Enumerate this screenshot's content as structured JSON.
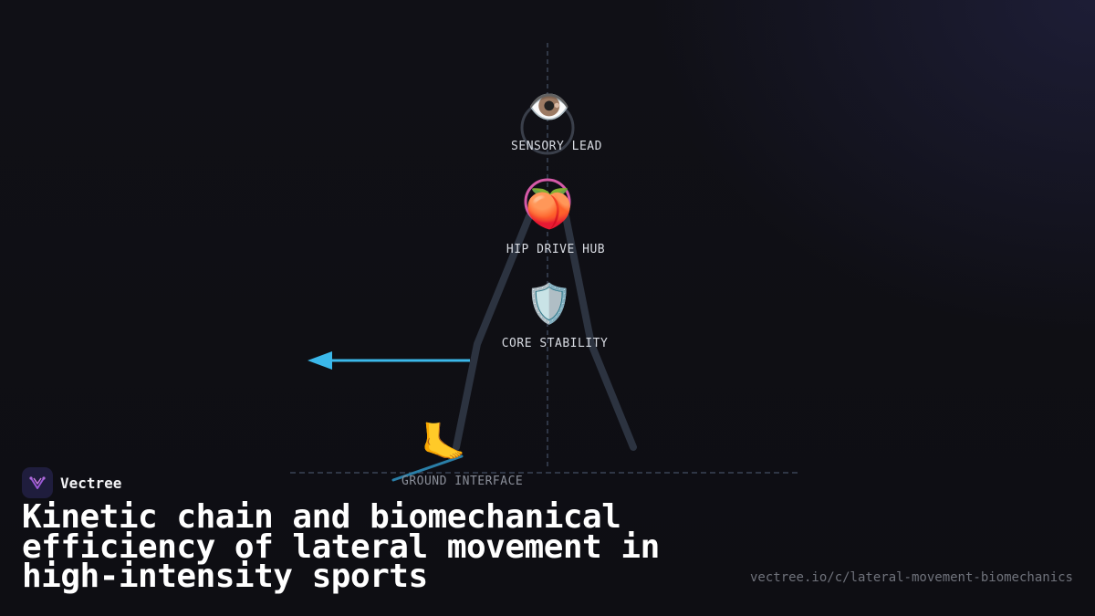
{
  "diagram": {
    "nodes": [
      {
        "id": "sensory",
        "label": "SENSORY LEAD",
        "icon": "eye-icon",
        "glyph": "👁️"
      },
      {
        "id": "hip",
        "label": "HIP DRIVE HUB",
        "icon": "peach-icon",
        "glyph": "🍑"
      },
      {
        "id": "core",
        "label": "CORE STABILITY",
        "icon": "shield-icon",
        "glyph": "🛡️"
      }
    ],
    "ground": {
      "label": "GROUND INTERFACE",
      "icon": "foot-icon",
      "glyph": "🦶"
    },
    "colors": {
      "limb": "#2c3340",
      "axis": "#3a4456",
      "arrow": "#3bb8ea",
      "hip_ring": "#d65aa8",
      "head_ring": "#3a3f4a",
      "ground_contact": "#2a7fa8"
    }
  },
  "brand": {
    "name": "Vectree",
    "icon": "vectree-logo-icon"
  },
  "title": "Kinetic chain and biomechanical efficiency of lateral movement in high-intensity sports",
  "url": "vectree.io/c/lateral-movement-biomechanics"
}
